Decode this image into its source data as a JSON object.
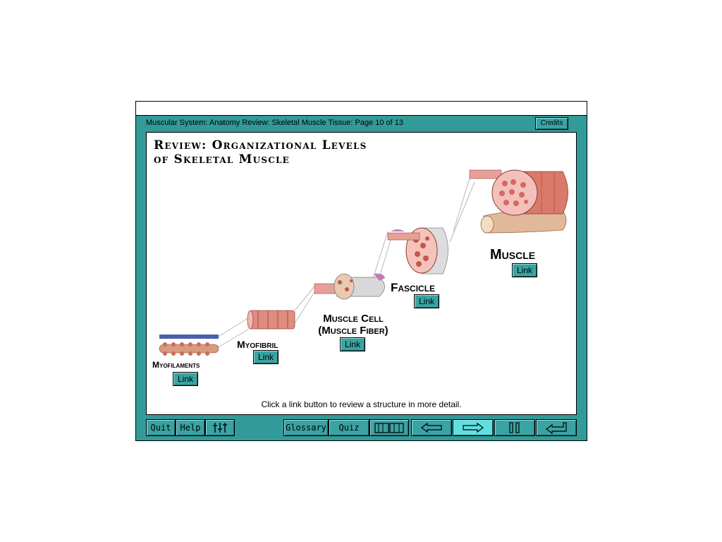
{
  "header": {
    "text": "Muscular System: Anatomy Review: Skeletal Muscle Tissue: Page 10 of 13",
    "credits_label": "Credits"
  },
  "content": {
    "title_line1": "Review: Organizational Levels",
    "title_line2": "of Skeletal Muscle",
    "levels": [
      {
        "label": "Myofilaments",
        "link": "Link"
      },
      {
        "label": "Myofibril",
        "link": "Link"
      },
      {
        "label_line1": "Muscle Cell",
        "label_line2": "(Muscle Fiber)",
        "link": "Link"
      },
      {
        "label": "Fascicle",
        "link": "Link"
      },
      {
        "label": "Muscle",
        "link": "Link"
      }
    ],
    "instruction": "Click a link button to review a structure in more detail."
  },
  "toolbar": {
    "quit": "Quit",
    "help": "Help",
    "glossary": "Glossary",
    "quiz": "Quiz",
    "settings_icon": "sliders-icon",
    "book_icon": "book-icon",
    "back_icon": "arrow-left-icon",
    "next_icon": "arrow-right-icon",
    "pause_icon": "pause-icon",
    "return_icon": "return-arrow-icon"
  },
  "colors": {
    "teal": "#339a9a",
    "button": "#3aa3a3",
    "active": "#5fe0e0",
    "muscle": "#d98a7a"
  }
}
